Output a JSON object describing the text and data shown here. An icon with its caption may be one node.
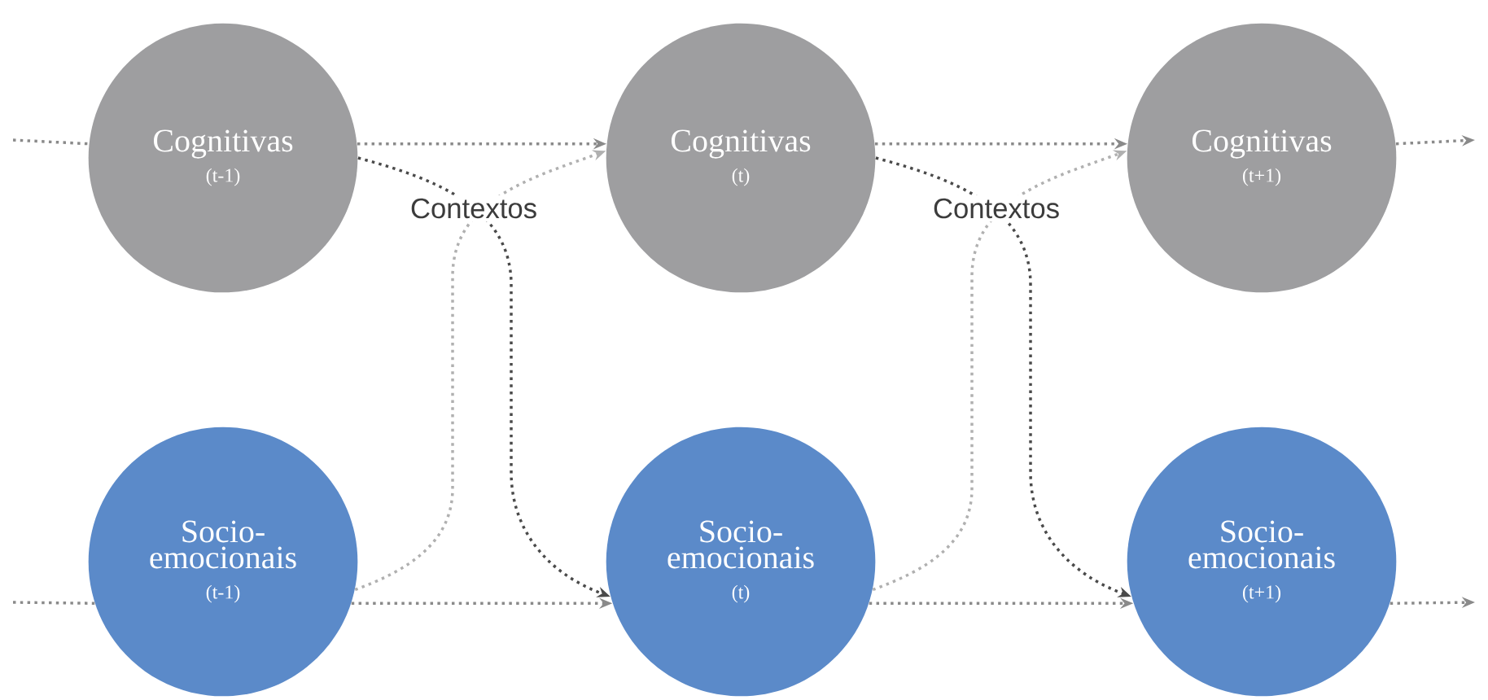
{
  "diagram": {
    "nodes": [
      {
        "text": [
          "Cognitivas",
          "(t-1)"
        ]
      },
      {
        "text": [
          "Cognitivas",
          "(t)"
        ]
      },
      {
        "text": [
          "Cognitivas",
          "(t+1)"
        ]
      },
      {
        "text": [
          "Socio-emocionais",
          "(t-1)"
        ]
      },
      {
        "text": [
          "Socio-emocionais",
          "(t)"
        ]
      },
      {
        "text": [
          "Socio-emocionais",
          "(t+1)"
        ]
      }
    ],
    "edges": [
      {
        "from": null,
        "to": 0,
        "arrow": "none"
      },
      {
        "from": 0,
        "to": 1,
        "arrow": "to"
      },
      {
        "from": 1,
        "to": 2,
        "arrow": "to"
      },
      {
        "from": 2,
        "to": null,
        "arrow": "to"
      },
      {
        "from": null,
        "to": 3,
        "arrow": "none"
      },
      {
        "from": 3,
        "to": 4,
        "arrow": "to"
      },
      {
        "from": 4,
        "to": 5,
        "arrow": "to"
      },
      {
        "from": 5,
        "to": null,
        "arrow": "to"
      },
      {
        "from": 0,
        "to": 4,
        "arrow": "to",
        "color": "#4a4a4a"
      },
      {
        "from": 3,
        "to": 1,
        "arrow": "to",
        "color": "#b0b0b0"
      },
      {
        "from": 1,
        "to": 5,
        "arrow": "to",
        "color": "#4a4a4a"
      },
      {
        "from": 4,
        "to": 2,
        "arrow": "to",
        "color": "#b0b0b0"
      }
    ],
    "labels": [
      "Contextos",
      "Contextos"
    ]
  }
}
